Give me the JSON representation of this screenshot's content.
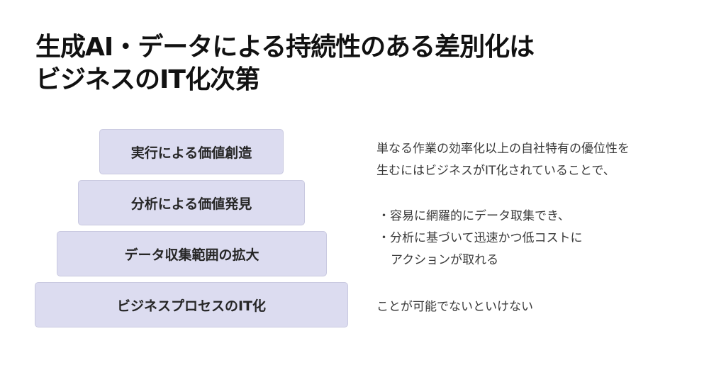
{
  "title": {
    "line1": "生成AI・データによる持続性のある差別化は",
    "line2": "ビジネスのIT化次第"
  },
  "pyramid": {
    "levels": [
      {
        "label": "実行による価値創造"
      },
      {
        "label": "分析による価値発見"
      },
      {
        "label": "データ収集範囲の拡大"
      },
      {
        "label": "ビジネスプロセスのIT化"
      }
    ],
    "colors": {
      "fill": "#dcdcf0",
      "border": "#c9c9e0",
      "text": "#262626"
    }
  },
  "description": {
    "intro": [
      "単なる作業の効率化以上の自社特有の優位性を",
      "生むにはビジネスがIT化されていることで、"
    ],
    "bullets": [
      "・容易に網羅的にデータ取集でき、",
      "・分析に基づいて迅速かつ低コストに",
      "アクションが取れる"
    ],
    "conclusion": "ことが可能でないといけない"
  }
}
